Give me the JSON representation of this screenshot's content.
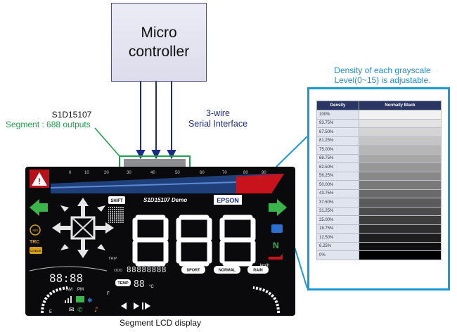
{
  "microcontroller": {
    "title": "Micro\ncontroller"
  },
  "driver": {
    "name": "S1D15107",
    "segments": "Segment : 688 outputs"
  },
  "interface": {
    "label": "3-wire\nSerial Interface"
  },
  "callout": {
    "text": "Density of each grayscale\nLevel(0~15) is adjustable."
  },
  "table": {
    "headers": [
      "Density",
      "Normally Black"
    ],
    "rows": [
      "100%",
      "93.75%",
      "87.50%",
      "81.25%",
      "75.00%",
      "68.75%",
      "62.50%",
      "56.25%",
      "50.00%",
      "43.75%",
      "37.50%",
      "31.25%",
      "25.00%",
      "18.75%",
      "12.50%",
      "6.25%",
      "0%"
    ],
    "levels": [
      100,
      93.75,
      87.5,
      81.25,
      75,
      68.75,
      62.5,
      56.25,
      50,
      43.75,
      37.5,
      31.25,
      25,
      18.75,
      12.5,
      6.25,
      0
    ]
  },
  "lcd": {
    "caption": "Segment LCD display",
    "demo_title": "S1D15107  Demo",
    "brand": "EPSON",
    "scale": [
      "0",
      "10",
      "20",
      "30",
      "40",
      "50",
      "60",
      "70",
      "80",
      "90"
    ],
    "shift": "SHIFT",
    "big_digits": "888",
    "unit": "km/h",
    "modes": [
      "SPORT",
      "NORMAL",
      "RAIN"
    ],
    "clock": "88:88",
    "odometer": "88888888",
    "odd": "ODD",
    "trip": "TRIP",
    "temp": "TEMP",
    "temp_digits": "88",
    "temp_unit": "°C",
    "am": "AM",
    "pm": "PM",
    "abs": "ABS",
    "trc": "TRC",
    "check": "CHECK",
    "gear": "N",
    "fuel_e": "E",
    "fuel_f": "F"
  },
  "colors": {
    "frame_blue": "#1a9ad9",
    "callout_green": "#1aa34a",
    "navy": "#1c2a8a",
    "lcd_bg": "#0a0a0c"
  }
}
